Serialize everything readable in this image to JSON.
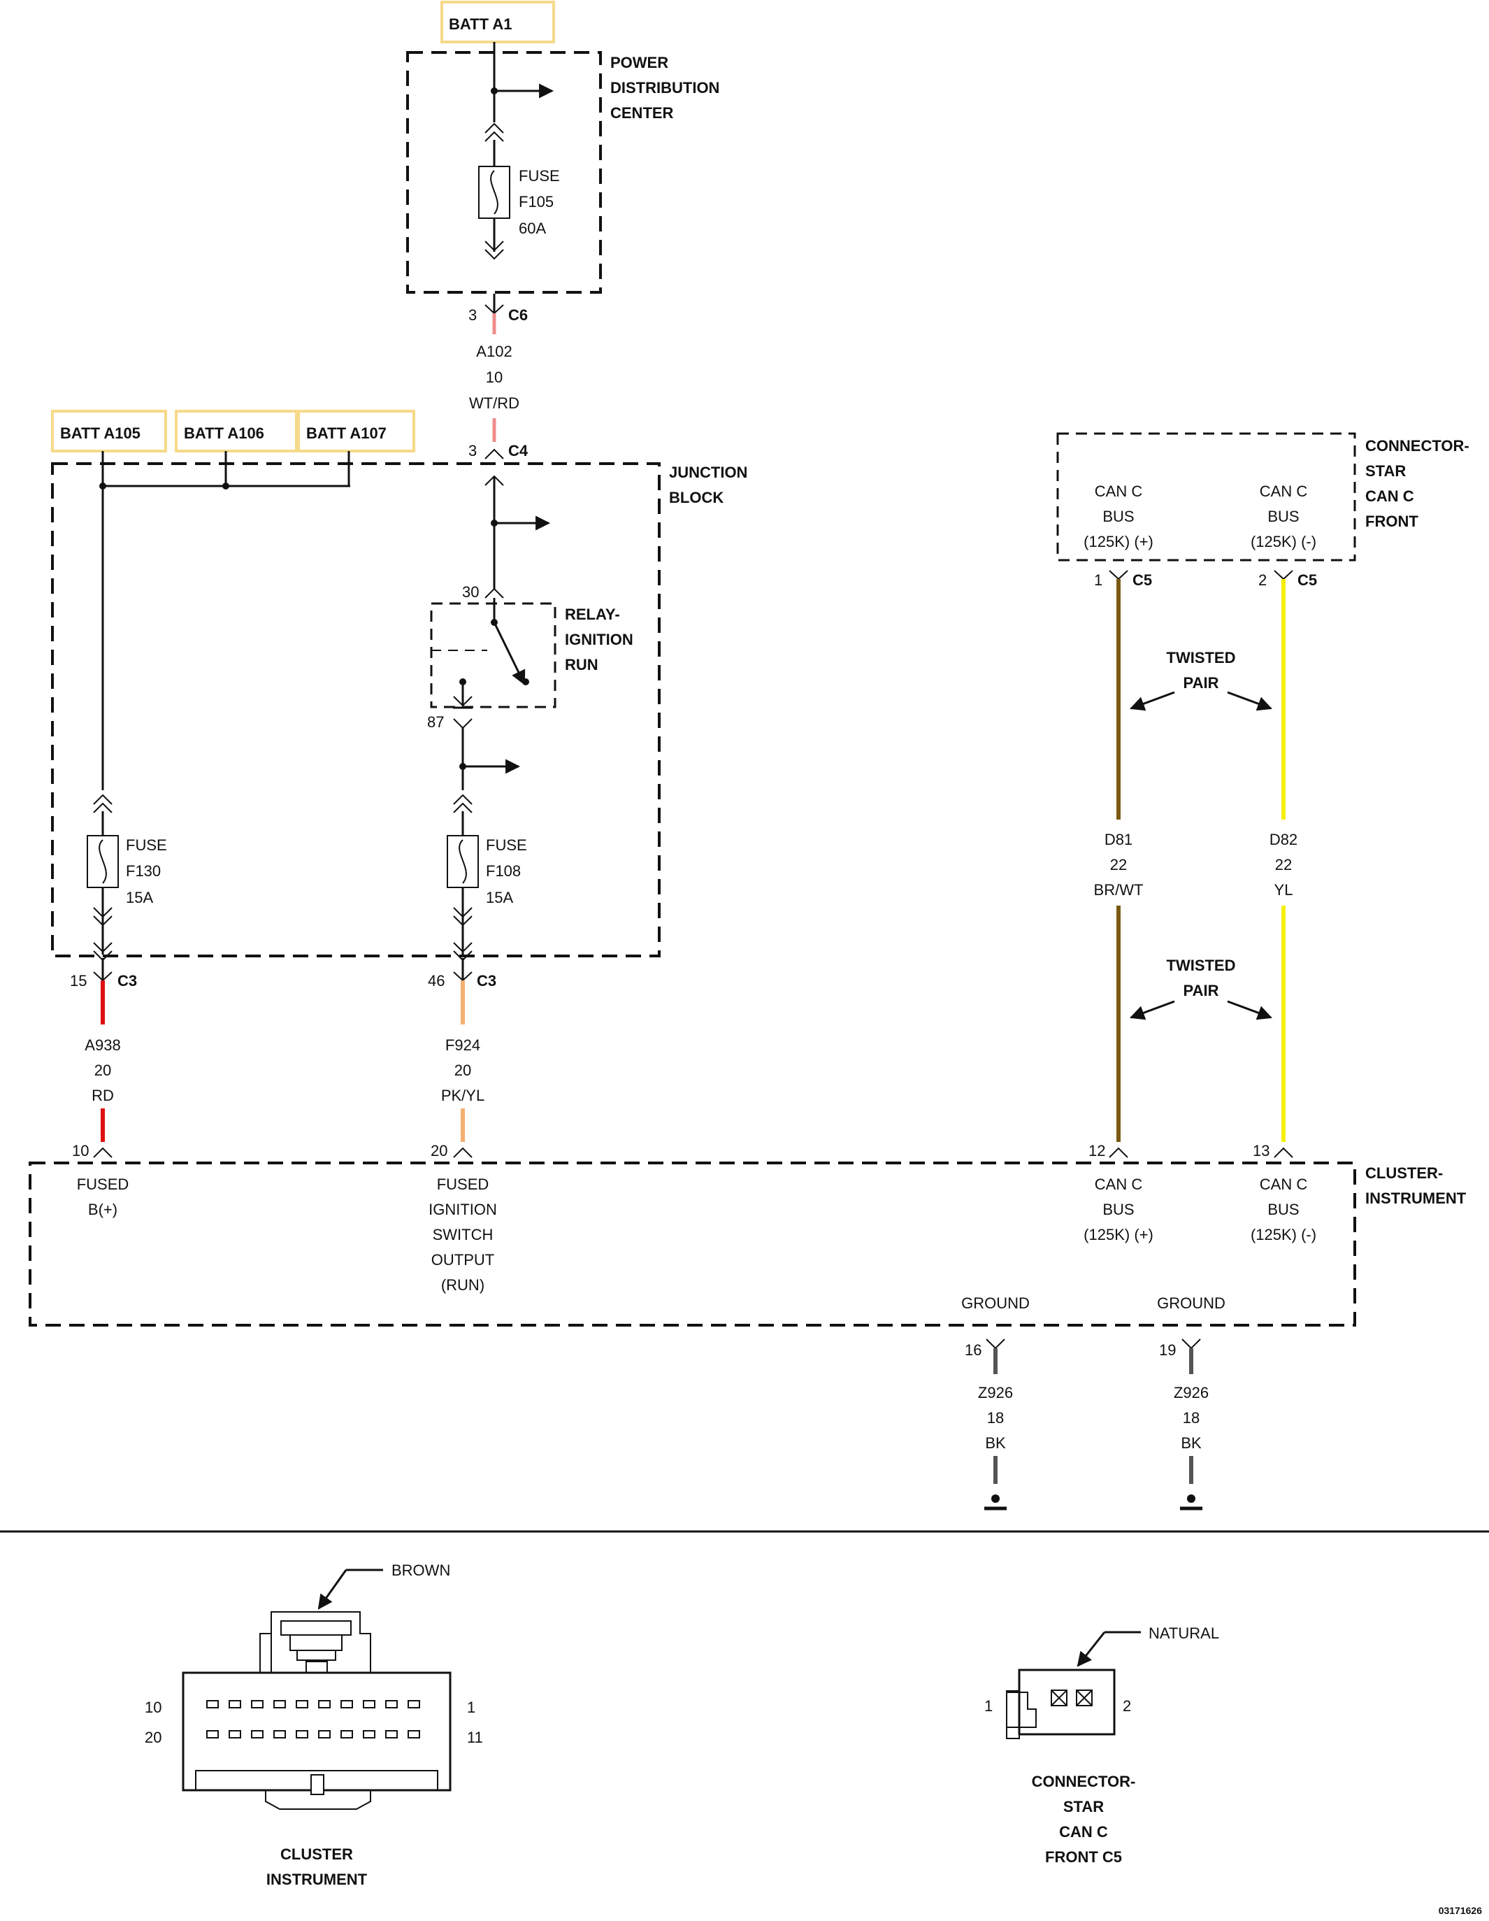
{
  "batteries": {
    "a1": "BATT A1",
    "a105": "BATT A105",
    "a106": "BATT A106",
    "a107": "BATT A107"
  },
  "pdc": {
    "line1": "POWER",
    "line2": "DISTRIBUTION",
    "line3": "CENTER"
  },
  "jb": {
    "line1": "JUNCTION",
    "line2": "BLOCK"
  },
  "star_title": {
    "line1": "CONNECTOR-",
    "line2": "STAR",
    "line3": "CAN C",
    "line4": "FRONT"
  },
  "cluster_title": {
    "line1": "CLUSTER-",
    "line2": "INSTRUMENT"
  },
  "relay": {
    "line1": "RELAY-",
    "line2": "IGNITION",
    "line3": "RUN",
    "pin30": "30",
    "pin87": "87"
  },
  "fuses": {
    "f105": {
      "type": "FUSE",
      "id": "F105",
      "rating": "60A"
    },
    "f130": {
      "type": "FUSE",
      "id": "F130",
      "rating": "15A"
    },
    "f108": {
      "type": "FUSE",
      "id": "F108",
      "rating": "15A"
    }
  },
  "connectors": {
    "c6": {
      "pin": "3",
      "name": "C6"
    },
    "c4": {
      "pin": "3",
      "name": "C4"
    },
    "c3_left": {
      "pin": "15",
      "name": "C3"
    },
    "c3_mid": {
      "pin": "46",
      "name": "C3"
    },
    "c5_left": {
      "pin": "1",
      "name": "C5"
    },
    "c5_right": {
      "pin": "2",
      "name": "C5"
    }
  },
  "wires": {
    "a102": {
      "circuit": "A102",
      "gauge": "10",
      "color": "WT/RD"
    },
    "a938": {
      "circuit": "A938",
      "gauge": "20",
      "color": "RD"
    },
    "f924": {
      "circuit": "F924",
      "gauge": "20",
      "color": "PK/YL"
    },
    "d81": {
      "circuit": "D81",
      "gauge": "22",
      "color": "BR/WT"
    },
    "d82": {
      "circuit": "D82",
      "gauge": "22",
      "color": "YL"
    },
    "z926a": {
      "circuit": "Z926",
      "gauge": "18",
      "color": "BK"
    },
    "z926b": {
      "circuit": "Z926",
      "gauge": "18",
      "color": "BK"
    }
  },
  "star_pins": {
    "left": {
      "l1": "CAN C",
      "l2": "BUS",
      "l3": "(125K) (+)"
    },
    "right": {
      "l1": "CAN C",
      "l2": "BUS",
      "l3": "(125K) (-)"
    }
  },
  "twisted_pair": {
    "line1": "TWISTED",
    "line2": "PAIR"
  },
  "cluster_pins": {
    "p10": {
      "num": "10",
      "l1": "FUSED",
      "l2": "B(+)"
    },
    "p20": {
      "num": "20",
      "l1": "FUSED",
      "l2": "IGNITION",
      "l3": "SWITCH",
      "l4": "OUTPUT",
      "l5": "(RUN)"
    },
    "p12": {
      "num": "12",
      "l1": "CAN C",
      "l2": "BUS",
      "l3": "(125K) (+)"
    },
    "p13": {
      "num": "13",
      "l1": "CAN C",
      "l2": "BUS",
      "l3": "(125K) (-)"
    },
    "p16": {
      "num": "16",
      "label": "GROUND"
    },
    "p19": {
      "num": "19",
      "label": "GROUND"
    }
  },
  "connector_views": {
    "cluster": {
      "color": "BROWN",
      "pin_tl": "10",
      "pin_tr": "1",
      "pin_bl": "20",
      "pin_br": "11",
      "name1": "CLUSTER",
      "name2": "INSTRUMENT"
    },
    "star": {
      "color": "NATURAL",
      "pin_l": "1",
      "pin_r": "2",
      "name1": "CONNECTOR-",
      "name2": "STAR",
      "name3": "CAN C",
      "name4": "FRONT C5"
    }
  },
  "figure_id": "03171626",
  "colors": {
    "red": "#e01010",
    "white_red": "#f08c8c",
    "pink_yellow": "#f4b070",
    "brown": "#7a5a12",
    "yellow": "#f5ef0a",
    "black": "#555555",
    "batt_border": "#f6d98a"
  }
}
